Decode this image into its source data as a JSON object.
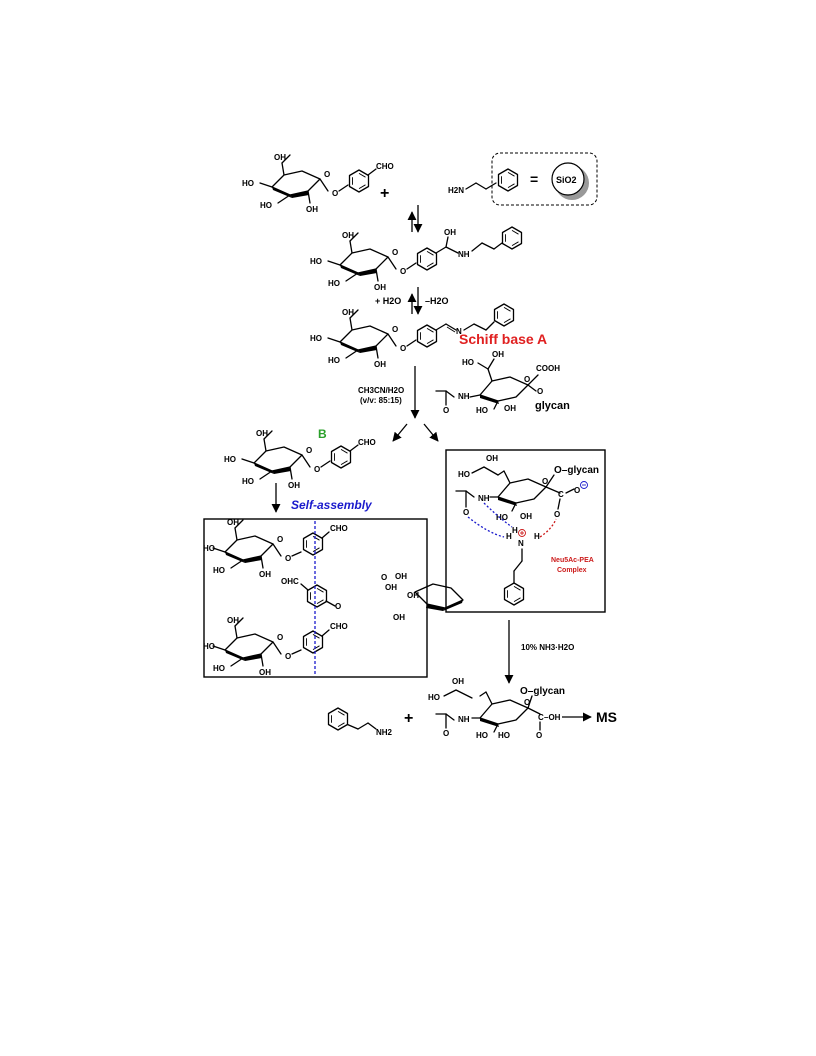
{
  "labels": {
    "cho": "CHO",
    "ohc": "OHC",
    "oh": "OH",
    "ho": "HO",
    "o": "O",
    "h2n": "H2N",
    "nh2": "NH2",
    "nh": "NH",
    "n": "N",
    "h": "H",
    "cooh": "COOH",
    "sio2": "SiO2",
    "plus": "+",
    "equals": "=",
    "glycan": "glycan",
    "o_glycan": "O–glycan",
    "c": "C",
    "o_minus": "–OH",
    "plus_h2o": "+ H2O",
    "minus_h2o": "–H2O"
  },
  "scheme": {
    "schiff_base": "Schiff base A",
    "solvent_1": "CH3CN/H2O",
    "solvent_2": "(v/v: 85:15)",
    "compound_b": "B",
    "self_assembly": "Self-assembly",
    "complex_1": "Neu5Ac-PEA",
    "complex_2": "Complex",
    "reagent": "10% NH3·H2O",
    "ms": "MS"
  },
  "colors": {
    "schiff_base": "#e02020",
    "compound_b": "#2aa02a",
    "self_assembly": "#1a1acc",
    "hbond_blue": "#1a1acc",
    "hbond_red": "#cc1a1a",
    "complex_text": "#cc1a1a",
    "charge": "#1a1acc"
  }
}
